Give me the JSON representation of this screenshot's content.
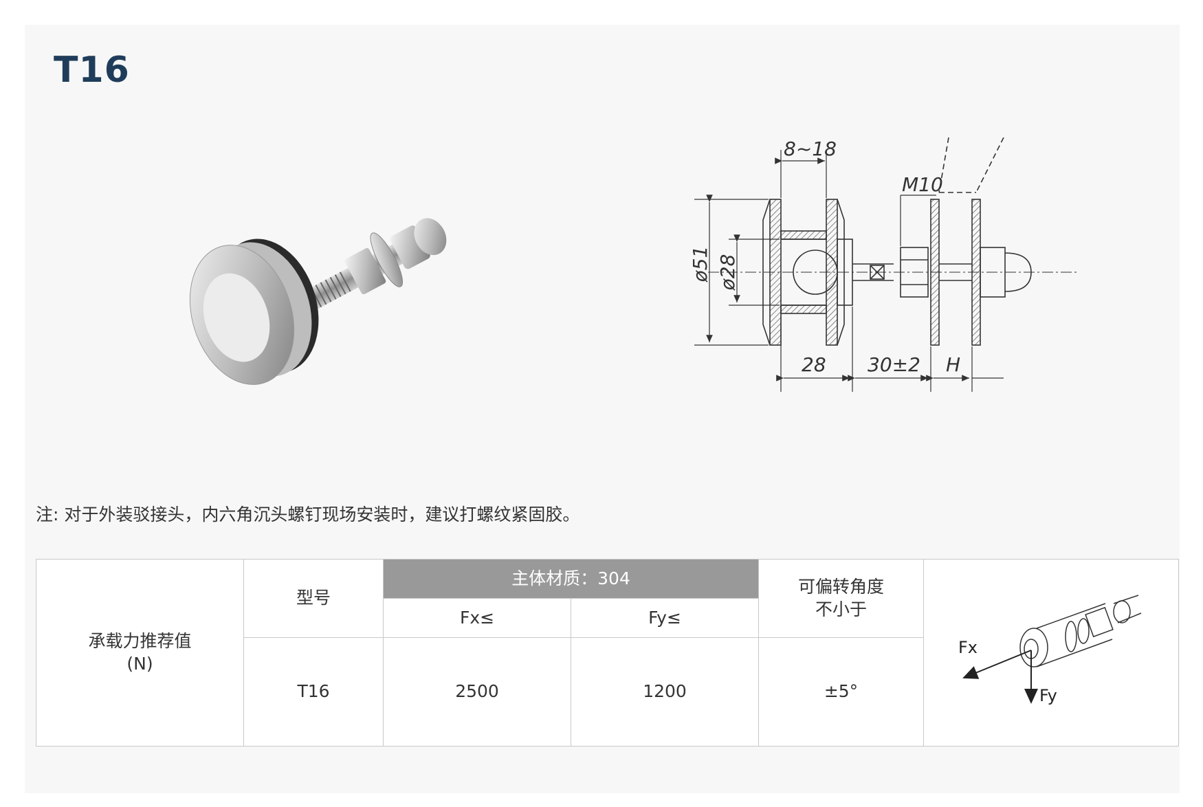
{
  "title": "T16",
  "note": "注: 对于外装驳接头，内六角沉头螺钉现场安装时，建议打螺纹紧固胶。",
  "drawing": {
    "dim_thickness": "8~18",
    "dim_thread": "M10",
    "dim_outer_dia": "ø51",
    "dim_inner_dia": "ø28",
    "dim_len1": "28",
    "dim_len2": "30±2",
    "dim_len3": "H"
  },
  "table": {
    "row_label_line1": "承载力推荐值",
    "row_label_line2": "(N)",
    "model_header": "型号",
    "material_header": "主体材质：304",
    "fx_header": "Fx≤",
    "fy_header": "Fy≤",
    "angle_header_line1": "可偏转角度",
    "angle_header_line2": "不小于",
    "model_value": "T16",
    "fx_value": "2500",
    "fy_value": "1200",
    "angle_value": "±5°"
  },
  "force_diagram": {
    "fx_label": "Fx",
    "fy_label": "Fy"
  },
  "colors": {
    "title": "#1f3d5a",
    "material_header_bg": "#999999",
    "panel_bg": "#f7f7f7"
  }
}
